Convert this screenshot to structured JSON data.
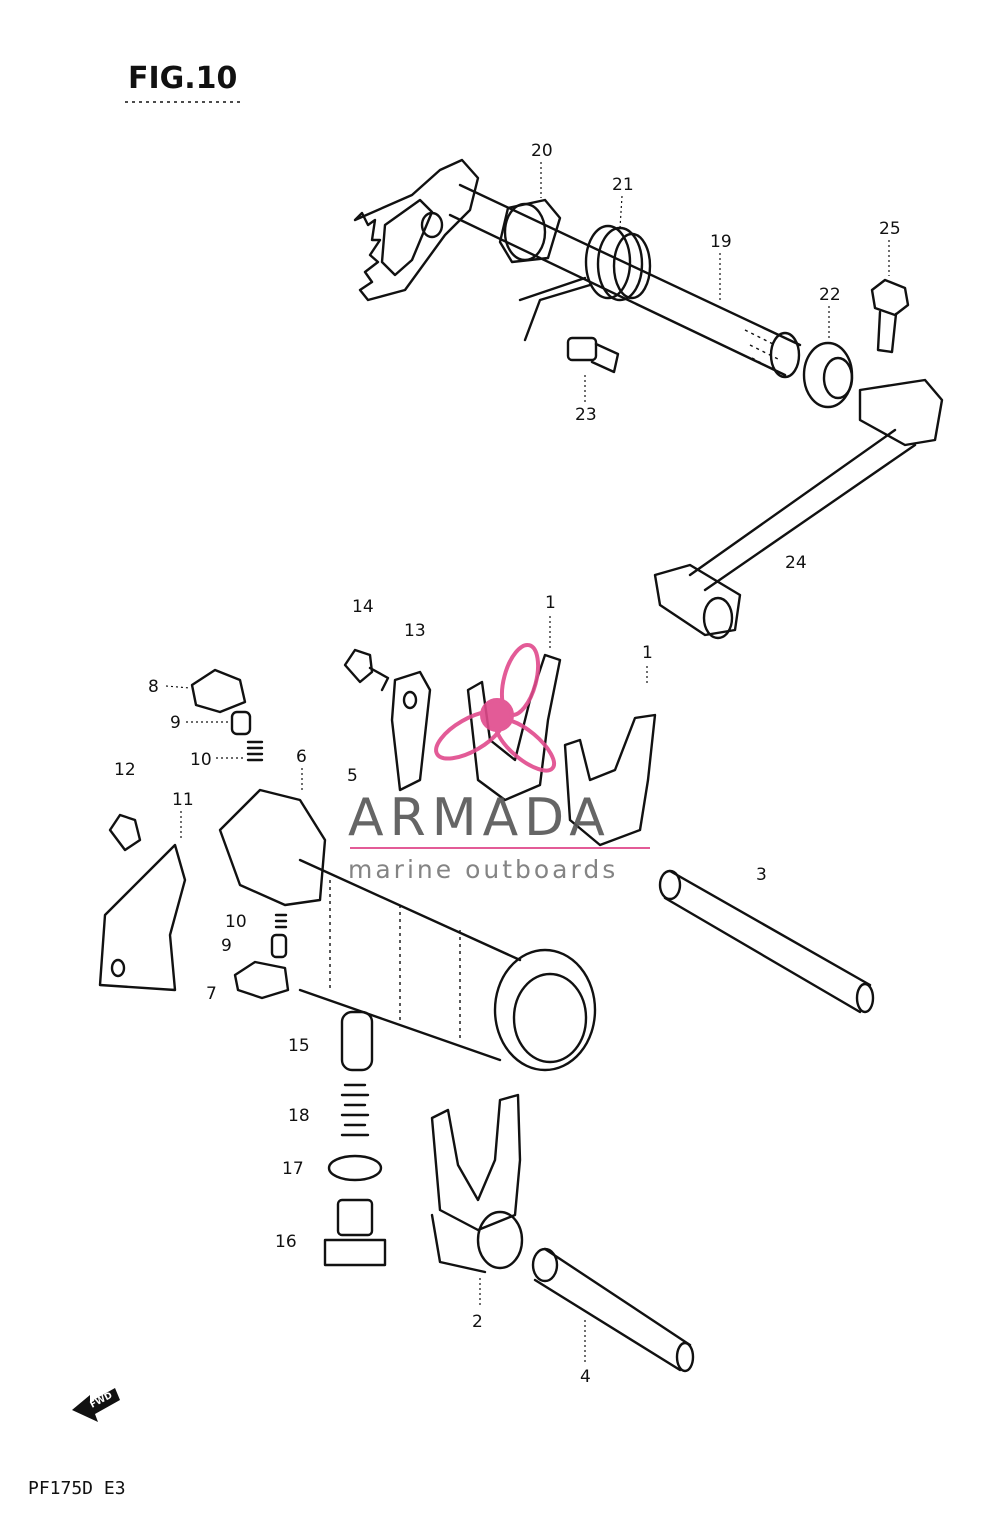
{
  "figure": {
    "title": "FIG.10",
    "model_code": "PF175D E3"
  },
  "watermark": {
    "brand": "ARMADA",
    "tagline": "marine outboards",
    "accent": "#e04a8c"
  },
  "direction_tag": {
    "text": "FWD"
  },
  "callouts": [
    {
      "id": "c20",
      "text": "20"
    },
    {
      "id": "c21",
      "text": "21"
    },
    {
      "id": "c19",
      "text": "19"
    },
    {
      "id": "c25",
      "text": "25"
    },
    {
      "id": "c22",
      "text": "22"
    },
    {
      "id": "c23",
      "text": "23"
    },
    {
      "id": "c24",
      "text": "24"
    },
    {
      "id": "c14",
      "text": "14"
    },
    {
      "id": "c13",
      "text": "13"
    },
    {
      "id": "c1a",
      "text": "1"
    },
    {
      "id": "c1b",
      "text": "1"
    },
    {
      "id": "c8",
      "text": "8"
    },
    {
      "id": "c9a",
      "text": "9"
    },
    {
      "id": "c10a",
      "text": "10"
    },
    {
      "id": "c12",
      "text": "12"
    },
    {
      "id": "c6",
      "text": "6"
    },
    {
      "id": "c5",
      "text": "5"
    },
    {
      "id": "c11",
      "text": "11"
    },
    {
      "id": "c3",
      "text": "3"
    },
    {
      "id": "c10b",
      "text": "10"
    },
    {
      "id": "c9b",
      "text": "9"
    },
    {
      "id": "c7",
      "text": "7"
    },
    {
      "id": "c15",
      "text": "15"
    },
    {
      "id": "c18",
      "text": "18"
    },
    {
      "id": "c17",
      "text": "17"
    },
    {
      "id": "c16",
      "text": "16"
    },
    {
      "id": "c2",
      "text": "2"
    },
    {
      "id": "c4",
      "text": "4"
    }
  ]
}
